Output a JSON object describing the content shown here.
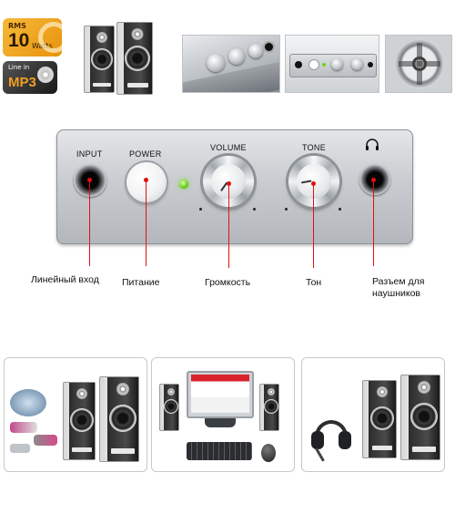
{
  "badges": {
    "rms": {
      "label": "RMS",
      "value": "10",
      "unit": "Watts"
    },
    "mp3": {
      "line1": "Line in",
      "line2": "MP3"
    }
  },
  "panel": {
    "input_label": "INPUT",
    "power_label": "POWER",
    "volume_label": "VOLUME",
    "tone_label": "TONE",
    "headphone_icon": "headphones-icon",
    "led_color": "#6fd420",
    "callout_color": "#e01010"
  },
  "captions": {
    "input": "Линейный вход",
    "power": "Питание",
    "volume": "Громкость",
    "tone": "Тон",
    "headphones": "Разъем для наушников"
  },
  "bottom_photos": [
    {
      "scene": "speakers-with-portable-players"
    },
    {
      "scene": "speakers-with-desktop-pc"
    },
    {
      "scene": "speakers-with-headset"
    }
  ]
}
